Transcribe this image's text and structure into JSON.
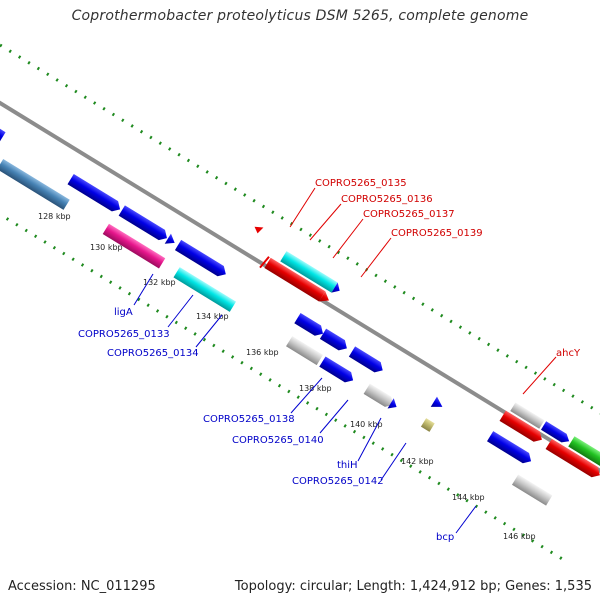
{
  "title": "Coprothermobacter proteolyticus DSM 5265, complete genome",
  "footer": {
    "accession": "Accession: NC_011295",
    "summary": "Topology: circular; Length: 1,424,912 bp; Genes: 1,535"
  },
  "colors": {
    "blue": "#0000e6",
    "steel_blue": "#4682b4",
    "magenta": "#e6168c",
    "cyan": "#00e6e6",
    "red": "#e60000",
    "gray": "#c8c8c8",
    "green": "#22c222",
    "olive": "#bdb76b",
    "backbone": "#8c8c8c",
    "tick_green": "#1f8a1f"
  },
  "kbp_ticks": [
    "128 kbp",
    "130 kbp",
    "132 kbp",
    "134 kbp",
    "136 kbp",
    "138 kbp",
    "140 kbp",
    "142 kbp",
    "144 kbp",
    "146 kbp"
  ],
  "labels_red": [
    "COPRO5265_0135",
    "COPRO5265_0136",
    "COPRO5265_0137",
    "COPRO5265_0139",
    "ahcY"
  ],
  "labels_blue": [
    "ligA",
    "COPRO5265_0133",
    "COPRO5265_0134",
    "COPRO5265_0138",
    "COPRO5265_0140",
    "thiH",
    "COPRO5265_0142",
    "bcp"
  ]
}
